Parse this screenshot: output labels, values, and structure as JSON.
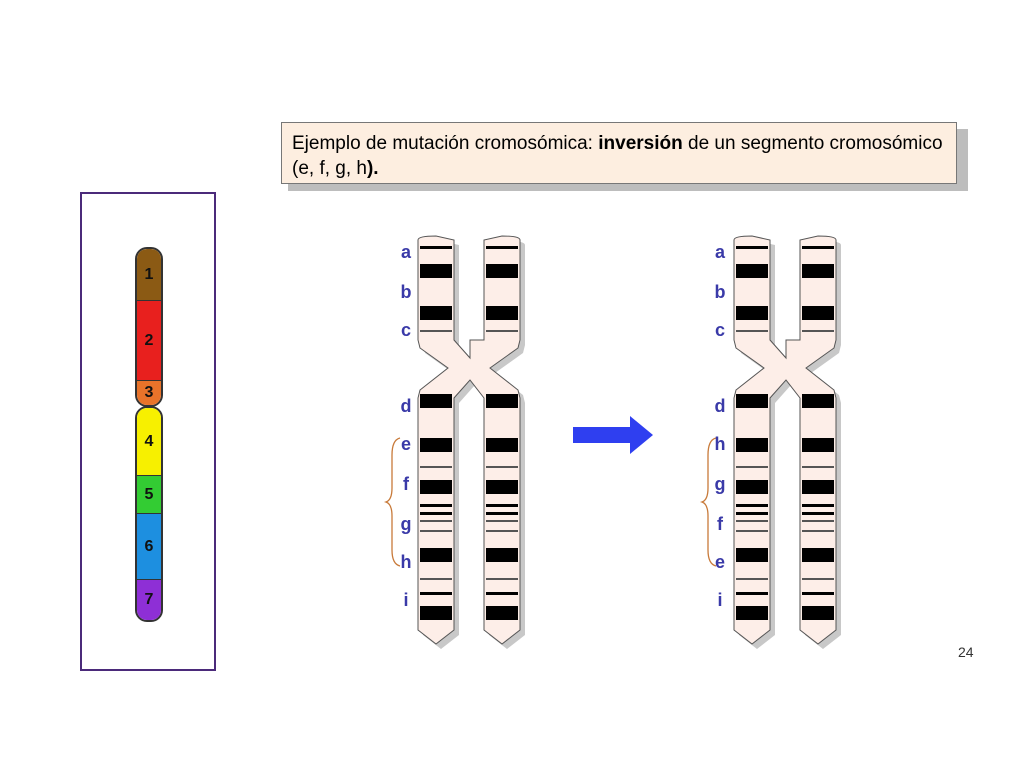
{
  "caption": {
    "part1": "Ejemplo de mutación cromosómica: ",
    "bold1": "inversión",
    "part2": " de un segmento cromosómico (e, f, g, h",
    "bold2": ")."
  },
  "side_chromosome": {
    "segments": [
      {
        "label": "1",
        "color": "#8b5a14"
      },
      {
        "label": "2",
        "color": "#e8201e"
      },
      {
        "label": "3",
        "color": "#e8732a"
      },
      {
        "label": "4",
        "color": "#f7f000"
      },
      {
        "label": "5",
        "color": "#33cc33"
      },
      {
        "label": "6",
        "color": "#1d8fe0"
      },
      {
        "label": "7",
        "color": "#8e2fd6"
      }
    ]
  },
  "left_chromosome": {
    "labels": [
      "a",
      "b",
      "c",
      "d",
      "e",
      "f",
      "g",
      "h",
      "i"
    ]
  },
  "right_chromosome": {
    "labels": [
      "a",
      "b",
      "c",
      "d",
      "h",
      "g",
      "f",
      "e",
      "i"
    ]
  },
  "colors": {
    "label_blue": "#3a3aa8",
    "arrow_blue": "#2f3ff0",
    "chromosome_fill": "#fdeee8",
    "band_black": "#000000",
    "bracket_orange": "#c87a3a"
  },
  "page_number": "24"
}
